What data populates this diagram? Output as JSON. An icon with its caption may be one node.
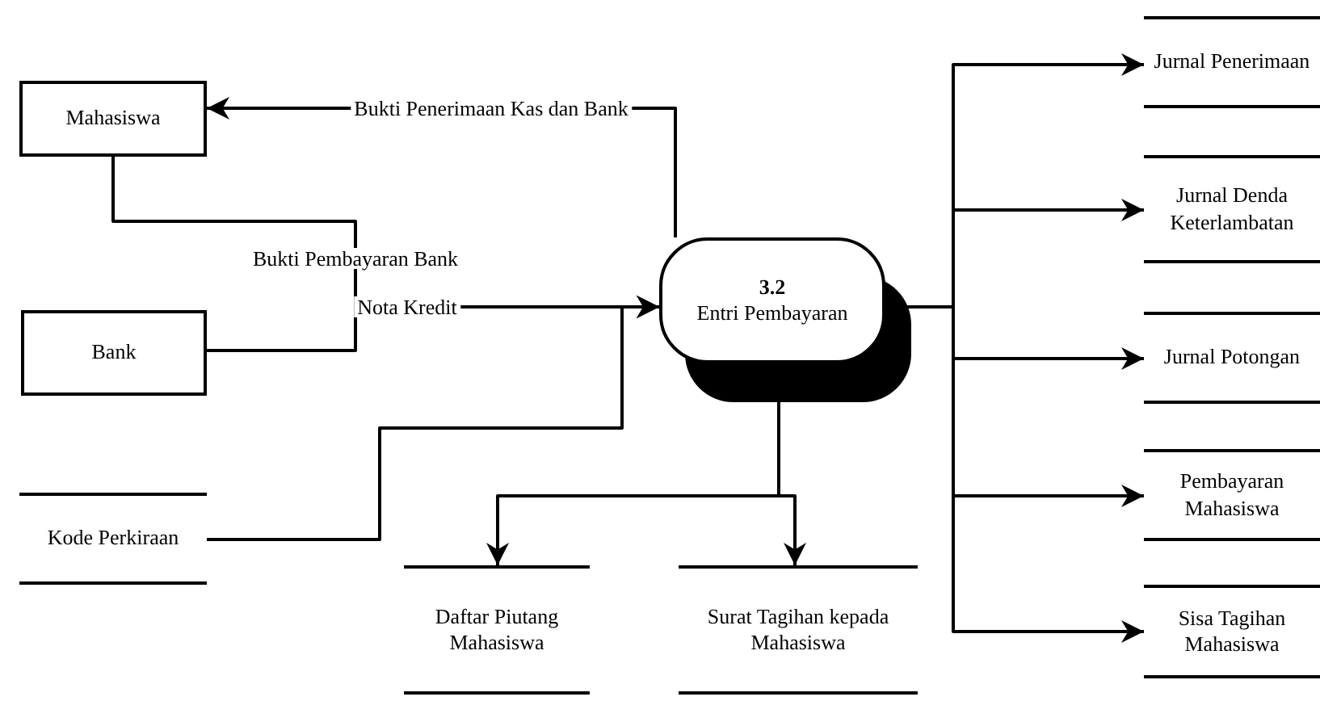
{
  "diagram": {
    "nodes": [
      {
        "text": [
          "Mahasiswa"
        ]
      },
      {
        "text": [
          "Bank"
        ]
      },
      {
        "text": [
          "Kode Perkiraan"
        ]
      },
      {
        "text": [
          "3.2",
          "Entri Pembayaran"
        ]
      },
      {
        "text": [
          "Jurnal Penerimaan"
        ]
      },
      {
        "text": [
          "Jurnal Denda Keterlambatan"
        ]
      },
      {
        "text": [
          "Jurnal Potongan"
        ]
      },
      {
        "text": [
          "Pembayaran Mahasiswa"
        ]
      },
      {
        "text": [
          "Sisa Tagihan Mahasiswa"
        ]
      },
      {
        "text": [
          "Daftar Piutang Mahasiswa"
        ]
      },
      {
        "text": [
          "Surat Tagihan kepada Mahasiswa"
        ]
      }
    ],
    "edges": [
      {
        "from": 3,
        "to": 0,
        "arrow": "to",
        "label": "Bukti Penerimaan Kas dan Bank"
      },
      {
        "from": 0,
        "to": 3,
        "arrow": "to",
        "label": "Bukti Pembayaran Bank"
      },
      {
        "from": 1,
        "to": 3,
        "arrow": "to",
        "label": "Nota Kredit"
      },
      {
        "from": 2,
        "to": 3,
        "arrow": "to"
      },
      {
        "from": 3,
        "to": 4,
        "arrow": "to"
      },
      {
        "from": 3,
        "to": 5,
        "arrow": "to"
      },
      {
        "from": 3,
        "to": 6,
        "arrow": "to"
      },
      {
        "from": 3,
        "to": 7,
        "arrow": "to"
      },
      {
        "from": 3,
        "to": 8,
        "arrow": "to"
      },
      {
        "from": 3,
        "to": 9,
        "arrow": "to"
      },
      {
        "from": 3,
        "to": 10,
        "arrow": "to"
      }
    ]
  }
}
